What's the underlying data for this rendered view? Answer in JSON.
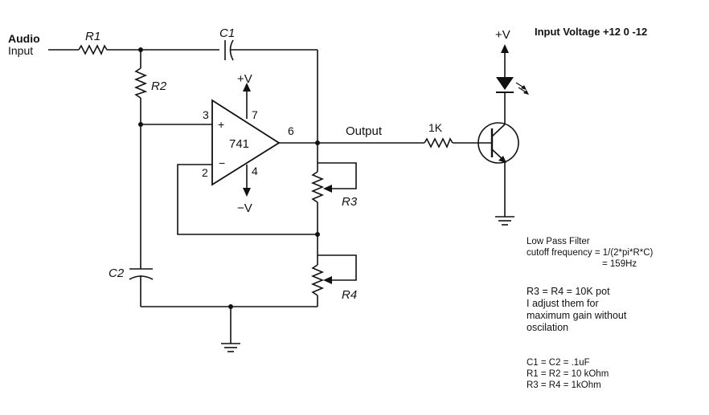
{
  "header": {
    "input_voltage": "Input Voltage +12 0 -12"
  },
  "labels": {
    "audio_input_1": "Audio",
    "audio_input_2": "Input",
    "r1": "R1",
    "r2": "R2",
    "r3": "R3",
    "r4": "R4",
    "c1": "C1",
    "c2": "C2",
    "opamp": "741",
    "pin3": "3",
    "pin2": "2",
    "pin7": "7",
    "pin4": "4",
    "pin6": "6",
    "plus_sign": "+",
    "minus_sign": "−",
    "vplus_opamp": "+V",
    "vminus_opamp": "−V",
    "output": "Output",
    "r_base": "1K",
    "vplus_led": "+V"
  },
  "notes": {
    "filter_title": "Low Pass Filter",
    "filter_formula": "cutoff frequency = 1/(2*pi*R*C)",
    "filter_result": "= 159Hz",
    "pot_1": "R3 = R4 = 10K pot",
    "pot_2": "I adjust them for",
    "pot_3": "maximum gain without",
    "pot_4": "oscilation",
    "val_1": "C1 = C2 = .1uF",
    "val_2": "R1 = R2 = 10 kOhm",
    "val_3": "R3 = R4 = 1kOhm"
  }
}
